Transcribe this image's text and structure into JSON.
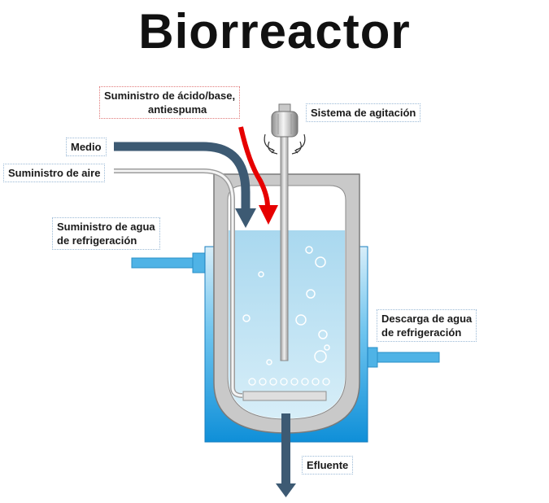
{
  "title": "Biorreactor",
  "labels": {
    "acid_base_line1": "Suministro de ácido/base,",
    "acid_base_line2": "antiespuma",
    "agitation": "Sistema de agitación",
    "medium": "Medio",
    "air": "Suministro de aire",
    "cooling_in_line1": "Suministro de agua",
    "cooling_in_line2": "de refrigeración",
    "cooling_out_line1": "Descarga de agua",
    "cooling_out_line2": "de refrigeración",
    "effluent": "Efluente"
  },
  "colors": {
    "jacket_water": "#1f9be0",
    "culture_liquid": "#bfe2f3",
    "vessel_wall": "#a8a8a8",
    "medium_arrow": "#3d5a73",
    "acid_arrow": "#e60000",
    "pipe_blue": "#4fb3e6"
  },
  "icons": {
    "motor": "motor-icon",
    "rotation": "rotation-arrows-icon"
  }
}
